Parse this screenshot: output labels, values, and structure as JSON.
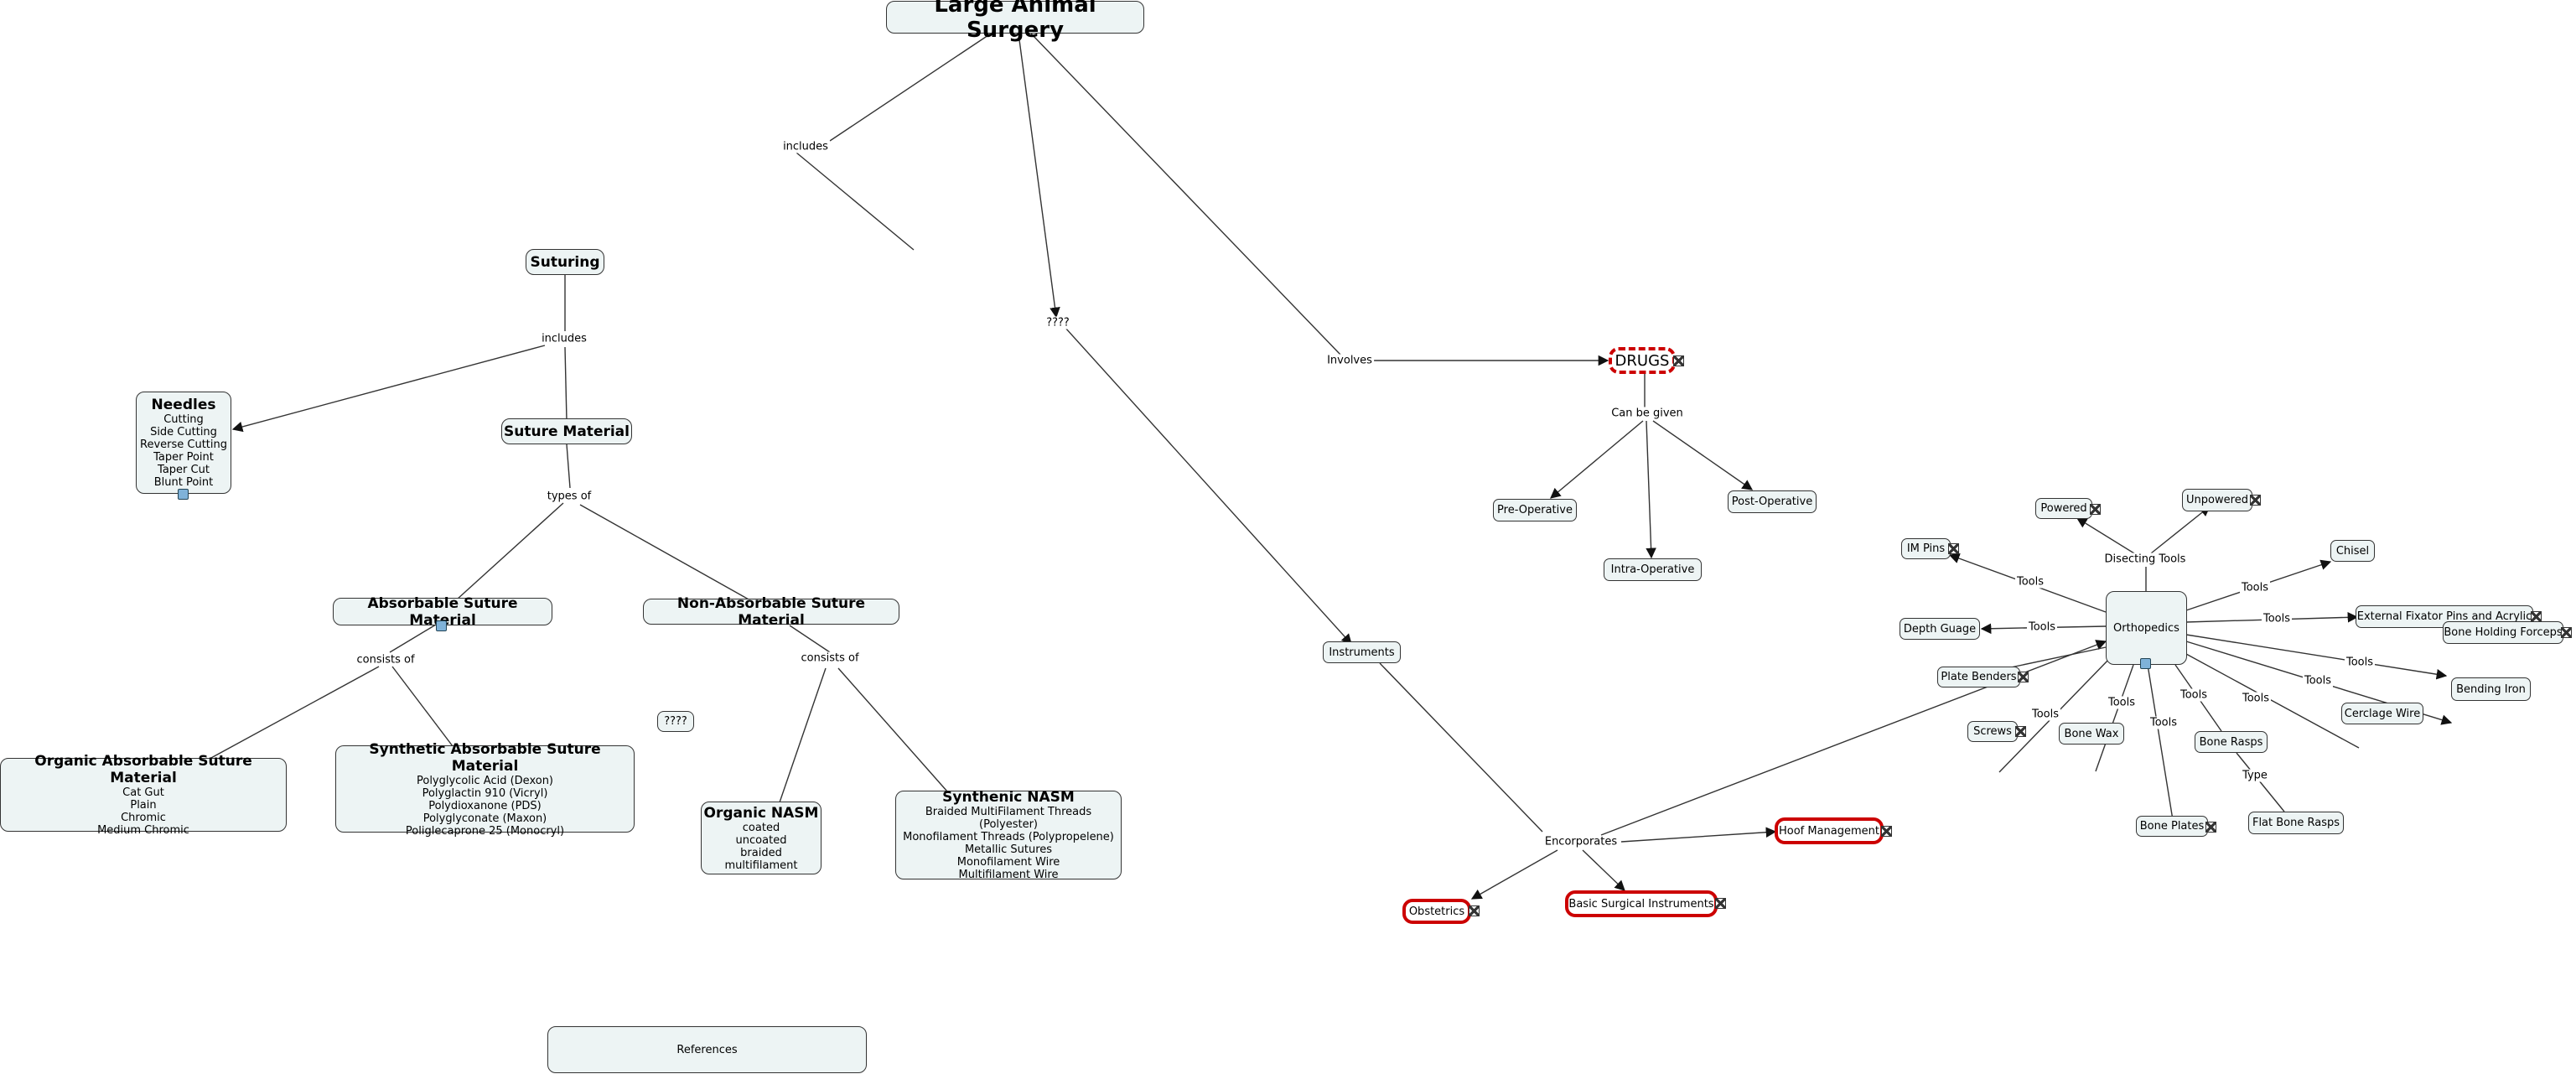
{
  "title": "Large Animal Surgery",
  "nodes": {
    "suturing": "Suturing",
    "needles": {
      "title": "Needles",
      "lines": [
        "Cutting",
        "Side Cutting",
        "Reverse Cutting",
        "Taper Point",
        "Taper Cut",
        "Blunt Point"
      ]
    },
    "suture_material": "Suture Material",
    "absorbable": "Absorbable Suture Material",
    "non_absorbable": "Non-Absorbable Suture Material",
    "organic_absorbable": {
      "title": "Organic Absorbable Suture Material",
      "lines": [
        "Cat Gut",
        "Plain",
        "Chromic",
        "Medium Chromic"
      ]
    },
    "synthetic_absorbable": {
      "title": "Synthetic Absorbable Suture Material",
      "lines": [
        "Polyglycolic Acid (Dexon)",
        "Polyglactin 910 (Vicryl)",
        "Polydioxanone (PDS)",
        "Polyglyconate (Maxon)",
        "Poliglecaprone 25 (Monocryl)"
      ]
    },
    "unknown_small": "????",
    "organic_nasm": {
      "title": "Organic NASM",
      "lines": [
        "coated",
        "uncoated",
        "braided",
        "multifilament"
      ]
    },
    "synthetic_nasm": {
      "title": "Synthenic NASM",
      "lines": [
        "Braided MultiFilament Threads (Polyester)",
        "Monofilament Threads (Polypropelene)",
        "Metallic Sutures",
        "Monofilament Wire",
        "Multifilament Wire"
      ]
    },
    "references": "References",
    "drugs": "DRUGS",
    "pre_operative": "Pre-Operative",
    "intra_operative": "Intra-Operative",
    "post_operative": "Post-Operative",
    "instruments": "Instruments",
    "obstetrics": "Obstetrics",
    "basic_surgical": "Basic Surgical Instruments",
    "hoof_management": "Hoof Management",
    "orthopedics": "Orthopedics",
    "powered": "Powered",
    "unpowered": "Unpowered",
    "im_pins": "IM Pins",
    "chisel": "Chisel",
    "depth_guage": "Depth Guage",
    "external_fixator": "External Fixator Pins and Acrylic",
    "bone_holding_forceps": "Bone Holding Forceps",
    "bending_iron": "Bending Iron",
    "plate_benders": "Plate Benders",
    "screws": "Screws",
    "bone_wax": "Bone Wax",
    "bone_plates": "Bone Plates",
    "bone_rasps": "Bone Rasps",
    "flat_bone_rasps": "Flat Bone Rasps",
    "cerclage_wire": "Cerclage Wire"
  },
  "labels": {
    "includes_top": "includes",
    "unknown_top": "????",
    "involves": "Involves",
    "includes_suturing": "includes",
    "types_of": "types of",
    "consists_of_abs": "consists of",
    "consists_of_nonabs": "consists of",
    "can_be_given": "Can be given",
    "encorporates": "Encorporates",
    "dissecting_tools": "Disecting Tools",
    "tools": "Tools",
    "type": "Type"
  },
  "colors": {
    "node_fill": "#edf4f4",
    "highlight_border": "#cc0000",
    "line": "#333333"
  }
}
